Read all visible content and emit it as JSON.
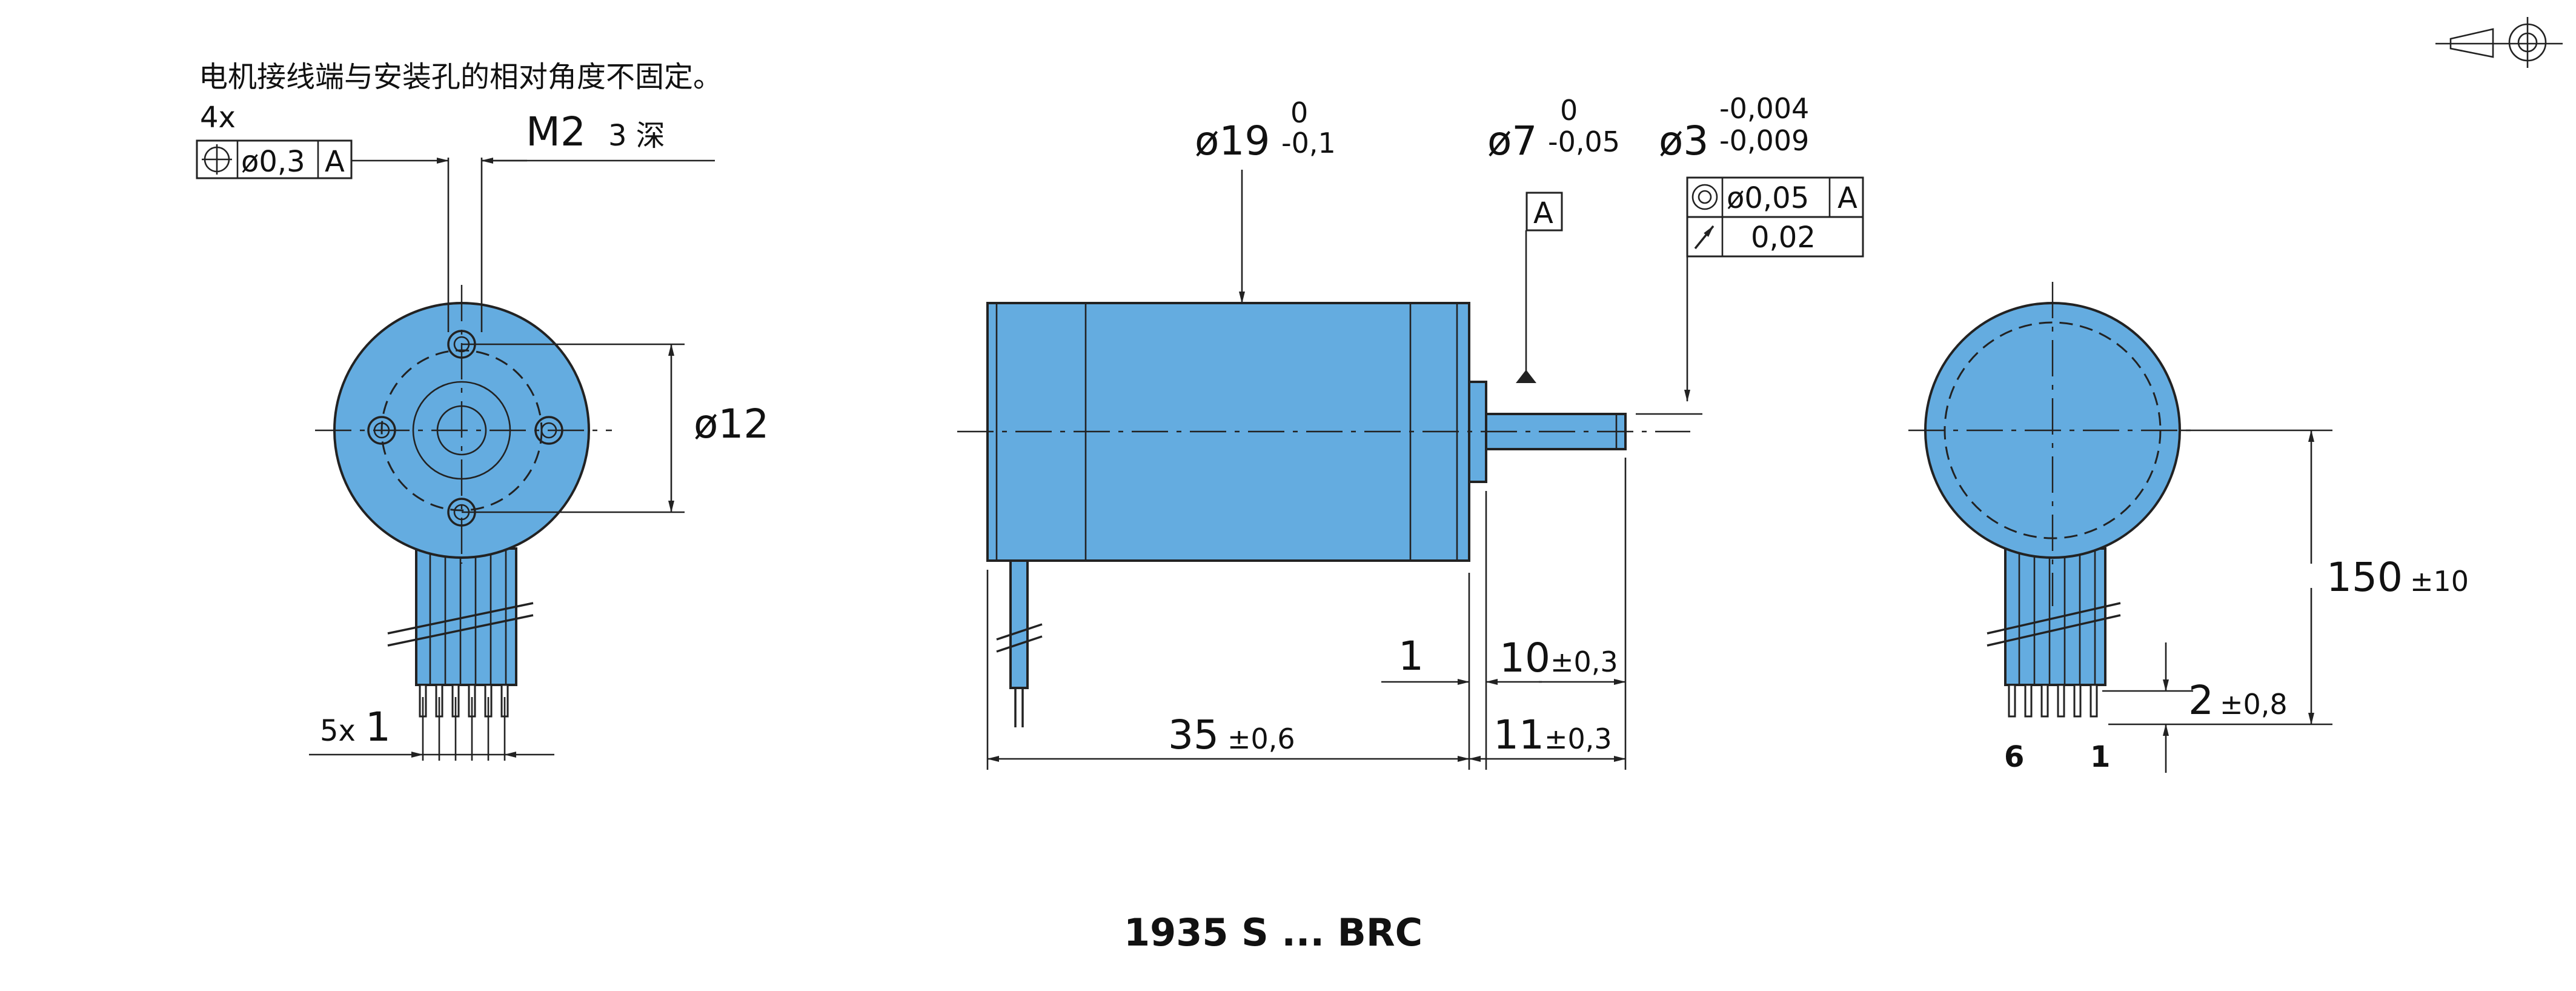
{
  "note": "电机接线端与安装孔的相对角度不固定。",
  "title": "1935 S ... BRC",
  "left_view": {
    "hole_count": "4x",
    "thread": "M2",
    "thread_depth": "3 深",
    "position_tol": "ø0,3",
    "datum_ref": "A",
    "bolt_circle": "ø12",
    "pin_count_pitch": "5x",
    "pin_pitch_value": "1"
  },
  "side_view": {
    "body_dia": "ø19",
    "body_dia_tol_upper": "0",
    "body_dia_tol_lower": "-0,1",
    "pilot_dia": "ø7",
    "pilot_tol_upper": "0",
    "pilot_tol_lower": "-0,05",
    "shaft_dia": "ø3",
    "shaft_tol_upper": "-0,004",
    "shaft_tol_lower": "-0,009",
    "datum": "A",
    "concentricity_tol": "ø0,05",
    "concentricity_ref": "A",
    "runout_tol": "0,02",
    "flange_len": "1",
    "shaft_len_a": "10",
    "shaft_len_a_tol": "±0,3",
    "total_len": "35",
    "total_len_tol": "±0,6",
    "shaft_len_b": "11",
    "shaft_len_b_tol": "±0,3"
  },
  "right_view": {
    "lead_len": "150",
    "lead_len_tol": "±10",
    "strip_len": "2",
    "strip_len_tol": "±0,8",
    "pin_label_left": "6",
    "pin_label_right": "1"
  },
  "colors": {
    "body": "#64ace0",
    "line": "#222222"
  },
  "icons": [
    "first-angle-projection-icon",
    "position-symbol-icon",
    "concentricity-symbol-icon",
    "runout-arrow-icon",
    "datum-triangle-icon"
  ]
}
